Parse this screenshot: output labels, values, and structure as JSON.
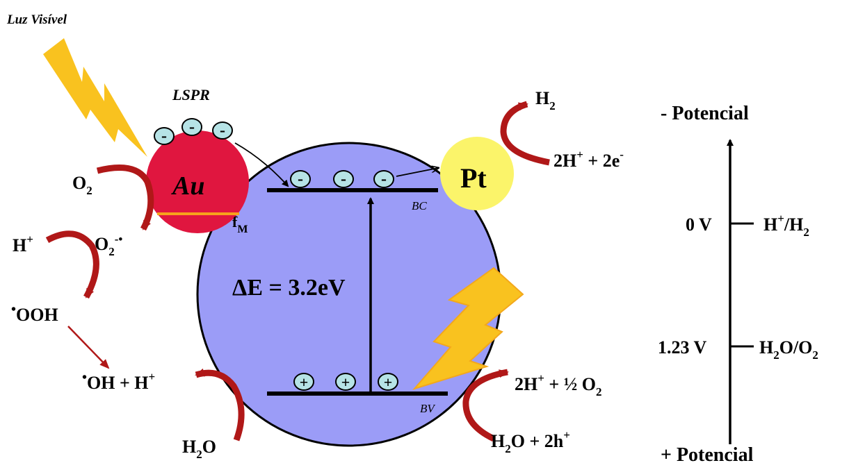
{
  "light": {
    "label": "Luz Visível"
  },
  "lspr": {
    "label": "LSPR"
  },
  "au": {
    "label": "Au",
    "color": "#e0163f"
  },
  "pt": {
    "label": "Pt",
    "color": "#fbf46a"
  },
  "semiconductor": {
    "color": "#9b9cf7",
    "cb_label": "BC",
    "vb_label": "BV",
    "gap_label": "ΔE = 3.2eV",
    "fermi": {
      "main": "f",
      "sub": "M"
    },
    "electron_symbol": "⊖",
    "hole_symbol": "⊕"
  },
  "left_reactions": {
    "o2": {
      "main": "O",
      "sub": "2"
    },
    "hplus": {
      "main": "H",
      "sup": "+"
    },
    "superoxide": {
      "main": "O",
      "sub": "2",
      "sup": "-•"
    },
    "ooh": {
      "dot": "•",
      "main": "OOH"
    },
    "oh": {
      "dot": "•",
      "main": "OH + H",
      "sup": "+"
    },
    "h2o": {
      "main": "H",
      "sub": "2",
      "tail": "O"
    }
  },
  "right_reactions": {
    "h2": {
      "main": "H",
      "sub": "2"
    },
    "protons": {
      "a": "2H",
      "a_sup": "+",
      "b": " + 2e",
      "b_sup": "-"
    },
    "oxygen": {
      "a": "2H",
      "a_sup": "+",
      "b": " + ½ O",
      "b_sub": "2"
    },
    "water": {
      "a": "H",
      "a_sub": "2",
      "b": "O + 2h",
      "b_sup": "+"
    }
  },
  "potential_scale": {
    "top_label": "- Potencial",
    "bottom_label": "+ Potencial",
    "level_0": {
      "value": "0 V",
      "couple": "H",
      "couple_sup": "+",
      "couple_rest": "/H",
      "couple_sub": "2"
    },
    "level_1": {
      "value": "1.23 V",
      "couple": "H",
      "couple_sub": "2",
      "couple_rest": "O/O",
      "couple_sub2": "2"
    }
  },
  "colors": {
    "bolt": "#f9c21f",
    "bolt_edge": "#f3a81c",
    "arrow_red": "#b01818",
    "charge_fill": "#b6e3e6"
  }
}
